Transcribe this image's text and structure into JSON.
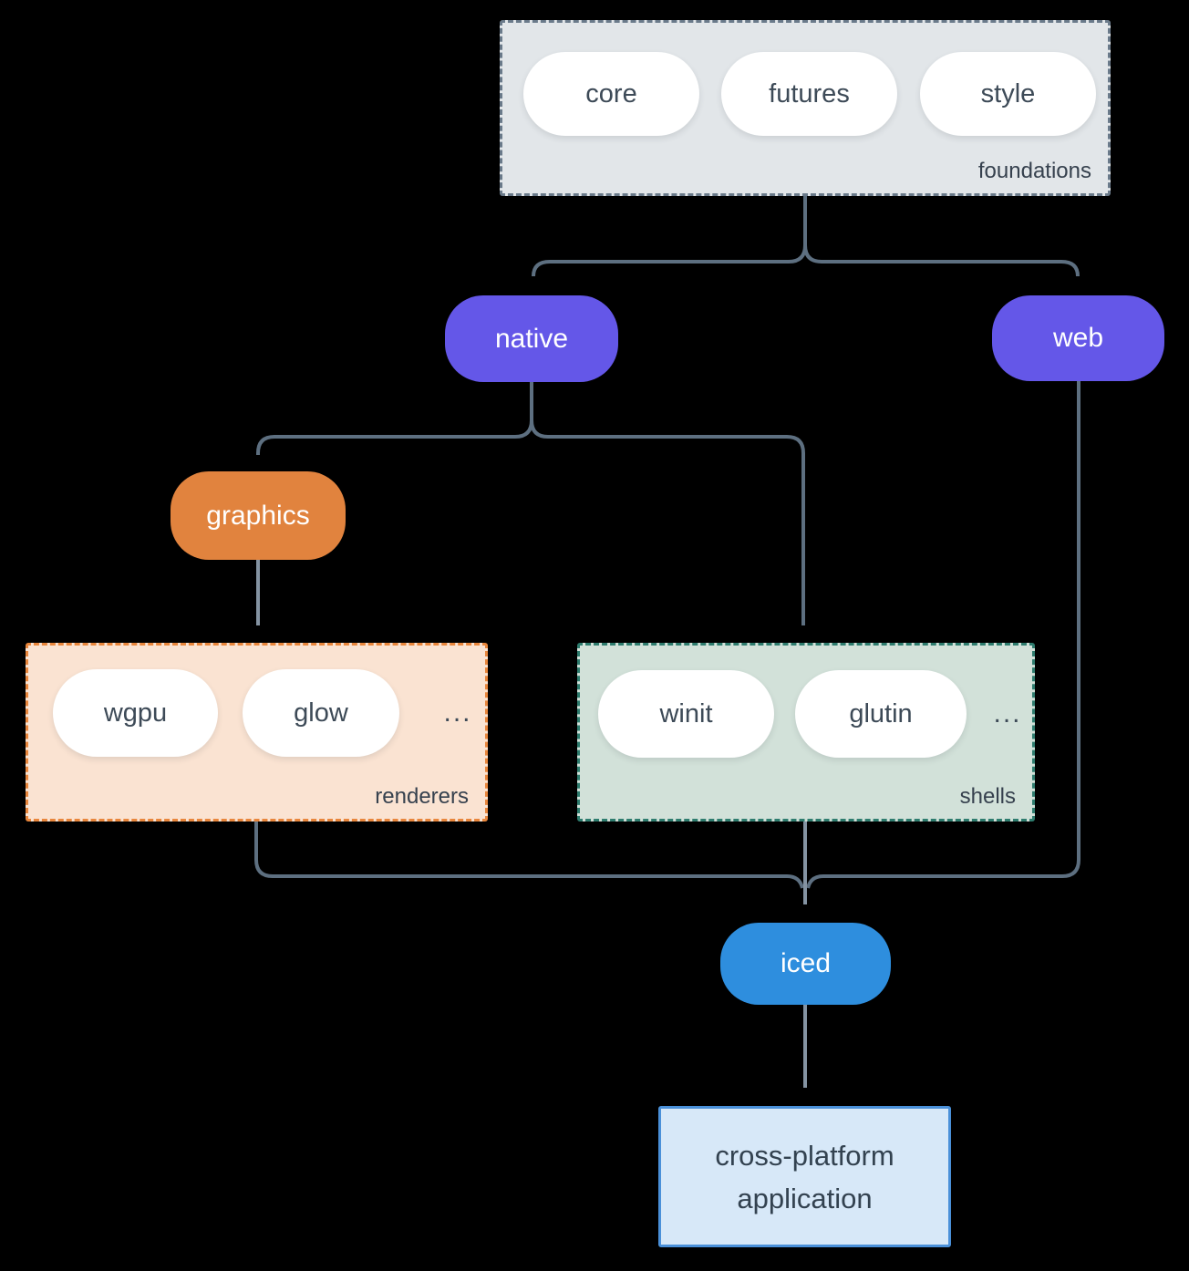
{
  "colors": {
    "bg": "#000000",
    "foundFill": "#e2e6e9",
    "foundBorder": "#6a7a8a",
    "rendFill": "#fae3d2",
    "rendBorder": "#e8863c",
    "shellFill": "#d2e1d9",
    "shellBorder": "#2e7c6e",
    "appFill": "#d7e8f8",
    "appBorder": "#4a90d9",
    "purple": "#6457e8",
    "orange": "#e1833e",
    "blue": "#2e8ede",
    "pill": "#ffffff",
    "darkText": "#3d4a57",
    "label": "#36414e",
    "edgeDark": "#5d6f80",
    "edgeLight": "#8493a2",
    "arrowDark": "#72818f"
  },
  "foundations": {
    "label": "foundations",
    "pills": [
      "core",
      "futures",
      "style"
    ]
  },
  "nodes": {
    "native": "native",
    "web": "web",
    "graphics": "graphics",
    "iced": "iced"
  },
  "renderers": {
    "label": "renderers",
    "pills": [
      "wgpu",
      "glow"
    ],
    "more": "..."
  },
  "shells": {
    "label": "shells",
    "pills": [
      "winit",
      "glutin"
    ],
    "more": "..."
  },
  "application": {
    "line1": "cross-platform",
    "line2": "application"
  }
}
